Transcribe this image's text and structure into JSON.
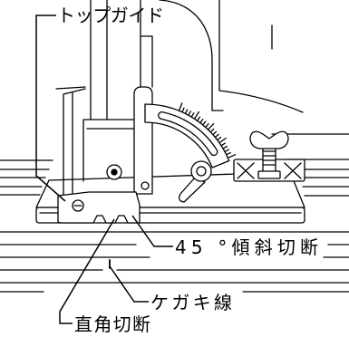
{
  "labels": {
    "top_guide": "トップガイド",
    "bevel_45_cut": "45 °傾斜切断",
    "scribe_line": "ケガキ線",
    "right_angle_cut": "直角切断"
  },
  "colors": {
    "line": "#000000",
    "background": "#ffffff"
  }
}
